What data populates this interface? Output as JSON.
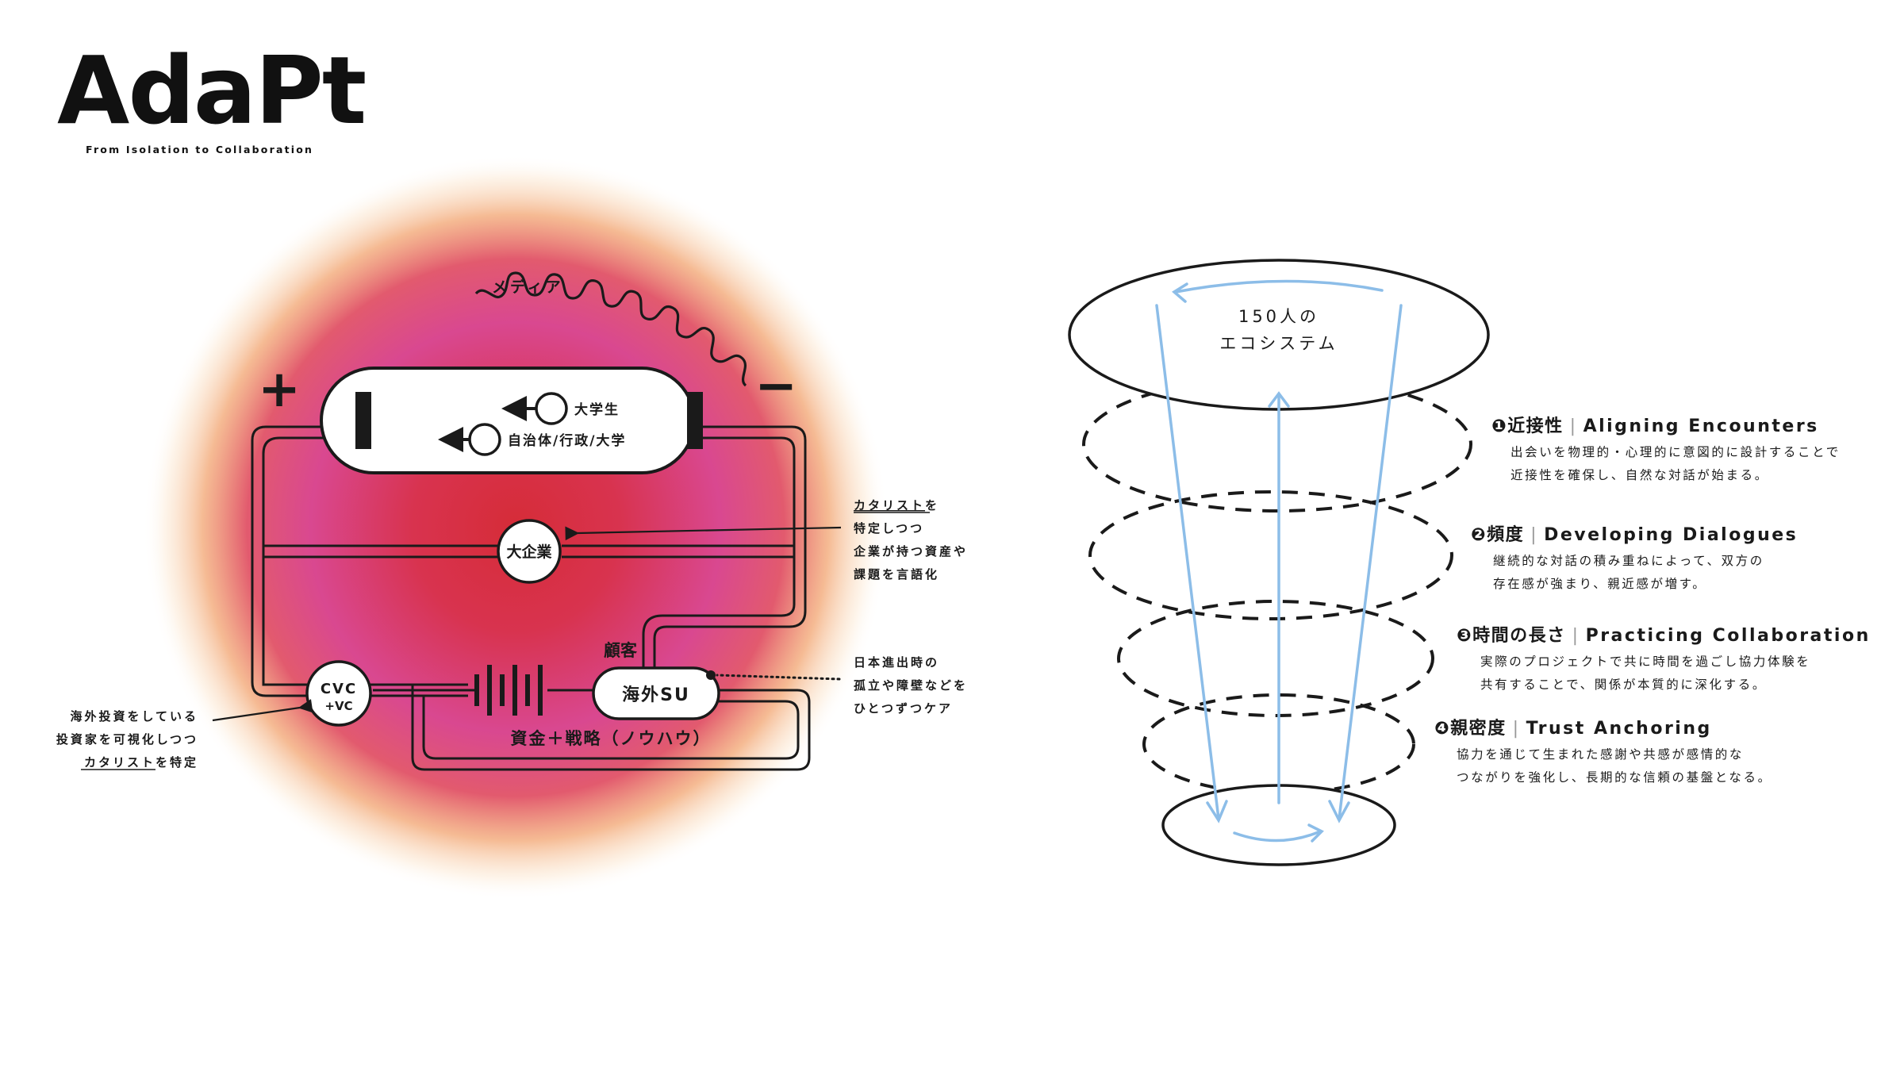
{
  "logo": {
    "wordmark": "AdaPt",
    "tagline": "From Isolation to Collaboration"
  },
  "circuit": {
    "plus": "+",
    "minus": "−",
    "media": "メディア",
    "student": "大学生",
    "gov": "自治体/行政/大学",
    "corp": "大企業",
    "customer": "顧客",
    "overseas_su": "海外SU",
    "cvc_top": "CVC",
    "cvc_bottom": "+VC",
    "funds": "資金＋戦略（ノウハウ）",
    "note_catalyst": {
      "line1_u": "カタリスト",
      "line1_rest": "を",
      "line2": "特定しつつ",
      "line3": "企業が持つ資産や",
      "line4": "課題を言語化"
    },
    "note_japan": {
      "line1": "日本進出時の",
      "line2": "孤立や障壁などを",
      "line3": "ひとつずつケア"
    },
    "note_investor": {
      "line1": "海外投資をしている",
      "line2": "投資家を可視化しつつ",
      "line3_u": "カタリスト",
      "line3_rest": "を特定"
    }
  },
  "funnel": {
    "top_line1": "150人の",
    "top_line2": "エコシステム",
    "levels": [
      {
        "marker": "❶",
        "jp": "近接性",
        "sep": "|",
        "en": "Aligning Encounters",
        "desc1": "出会いを物理的・心理的に意図的に設計することで",
        "desc2": "近接性を確保し、自然な対話が始まる。"
      },
      {
        "marker": "❷",
        "jp": "頻度",
        "sep": "|",
        "en": "Developing Dialogues",
        "desc1": "継続的な対話の積み重ねによって、双方の",
        "desc2": "存在感が強まり、親近感が増す。"
      },
      {
        "marker": "❸",
        "jp": "時間の長さ",
        "sep": "|",
        "en": "Practicing Collaboration",
        "desc1": "実際のプロジェクトで共に時間を過ごし協力体験を",
        "desc2": "共有することで、関係が本質的に深化する。"
      },
      {
        "marker": "❹",
        "jp": "親密度",
        "sep": "|",
        "en": "Trust Anchoring",
        "desc1": "協力を通じて生まれた感謝や共感が感情的な",
        "desc2": "つながりを強化し、長期的な信頼の基盤となる。"
      }
    ]
  },
  "colors": {
    "glow_center": "#d7303c",
    "glow_mid": "#d9478c",
    "line": "#1a1a1a",
    "arrow_blue": "#8cbde8"
  }
}
